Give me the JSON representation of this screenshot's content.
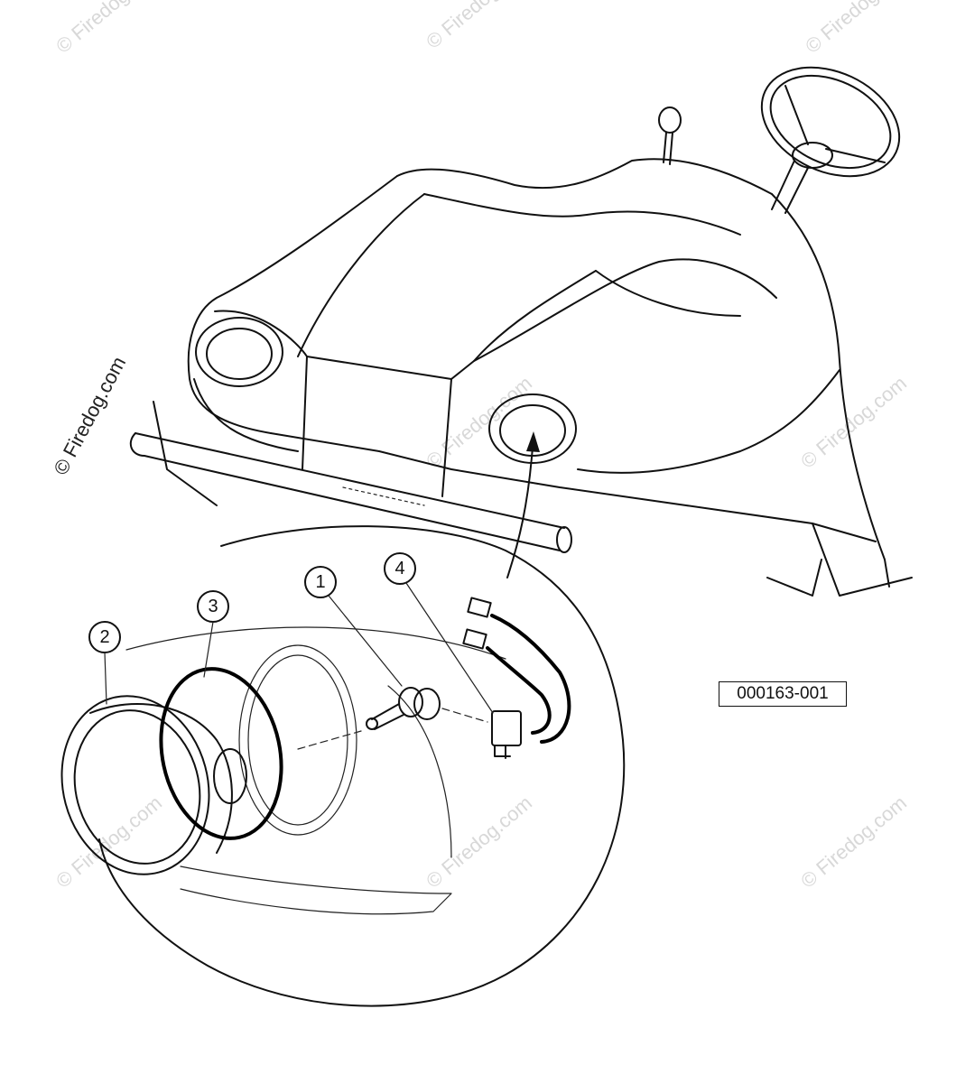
{
  "diagram": {
    "part_number": "000163-001",
    "callouts": [
      "1",
      "2",
      "3",
      "4"
    ]
  },
  "watermark": {
    "text": "© Firedog.com"
  },
  "colors": {
    "line": "#111111",
    "watermark": "#d8d8d8",
    "background": "#ffffff"
  }
}
